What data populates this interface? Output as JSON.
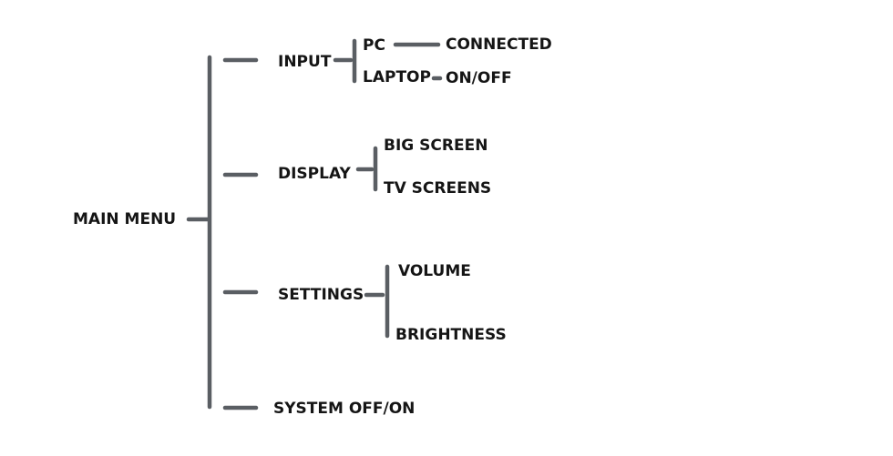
{
  "diagram": {
    "root": {
      "label": "MAIN MENU"
    },
    "branches": [
      {
        "label": "INPUT",
        "children": [
          {
            "label": "PC",
            "value": "CONNECTED"
          },
          {
            "label": "LAPTOP",
            "value": "ON/OFF"
          }
        ]
      },
      {
        "label": "DISPLAY",
        "children": [
          {
            "label": "BIG SCREEN"
          },
          {
            "label": "TV SCREENS"
          }
        ]
      },
      {
        "label": "SETTINGS",
        "children": [
          {
            "label": "VOLUME"
          },
          {
            "label": "BRIGHTNESS"
          }
        ]
      },
      {
        "label": "SYSTEM OFF/ON",
        "children": []
      }
    ],
    "colors": {
      "connector": "#5a5e63",
      "text": "#151515",
      "background": "#ffffff"
    }
  }
}
